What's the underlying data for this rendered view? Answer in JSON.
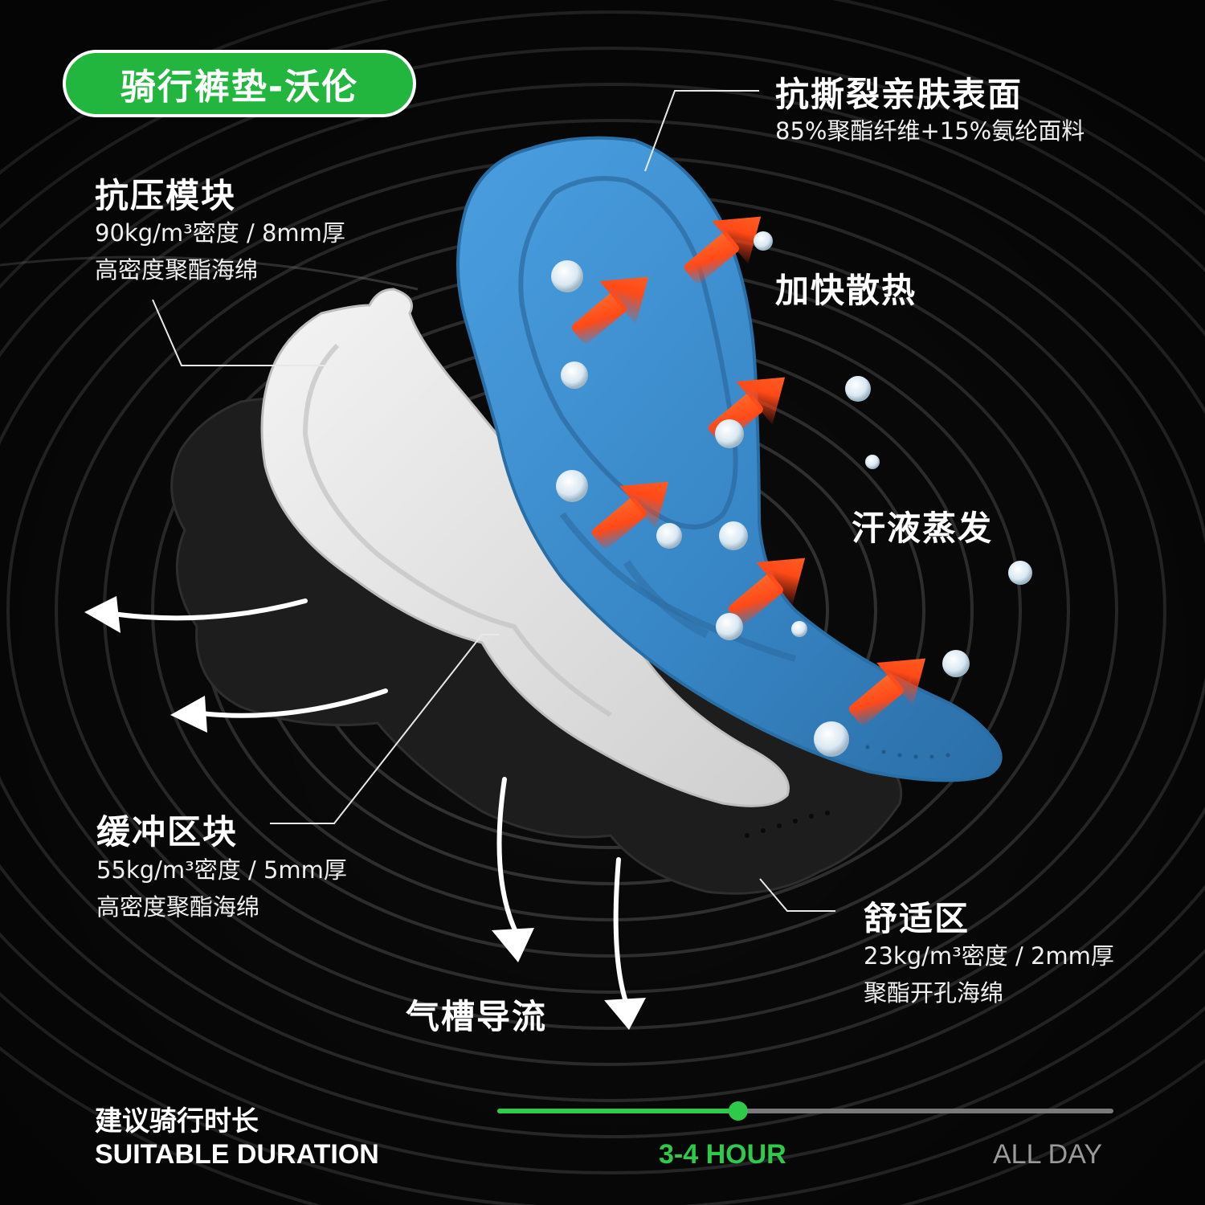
{
  "badge": {
    "title": "骑行裤垫-沃伦"
  },
  "layers": [
    {
      "key": "top",
      "heading": "抗撕裂亲肤表面",
      "lines": [
        "85%聚酯纤维+15%氨纶面料"
      ]
    },
    {
      "key": "pressure",
      "heading": "抗压模块",
      "lines": [
        "90kg/m³密度 / 8mm厚",
        "高密度聚酯海绵"
      ]
    },
    {
      "key": "buffer",
      "heading": "缓冲区块",
      "lines": [
        "55kg/m³密度 / 5mm厚",
        "高密度聚酯海绵"
      ]
    },
    {
      "key": "comfort",
      "heading": "舒适区",
      "lines": [
        "23kg/m³密度 / 2mm厚",
        "聚酯开孔海绵"
      ]
    }
  ],
  "features": {
    "heat": "加快散热",
    "sweat": "汗液蒸发",
    "airflow": "气槽导流"
  },
  "duration": {
    "label_cn": "建议骑行时长",
    "label_en": "SUITABLE DURATION",
    "active_level": "3-4 HOUR",
    "max_level": "ALL DAY",
    "progress_fraction": 0.39
  },
  "colors": {
    "badge_green": "#22b63f",
    "progress_green": "#2ecb4a",
    "pad_top_blue": "#3d8ed0",
    "pad_middle_white": "#e6e6e6",
    "pad_bottom_black": "#1e1e1e",
    "arrow_orange": "#ff5a1f"
  }
}
